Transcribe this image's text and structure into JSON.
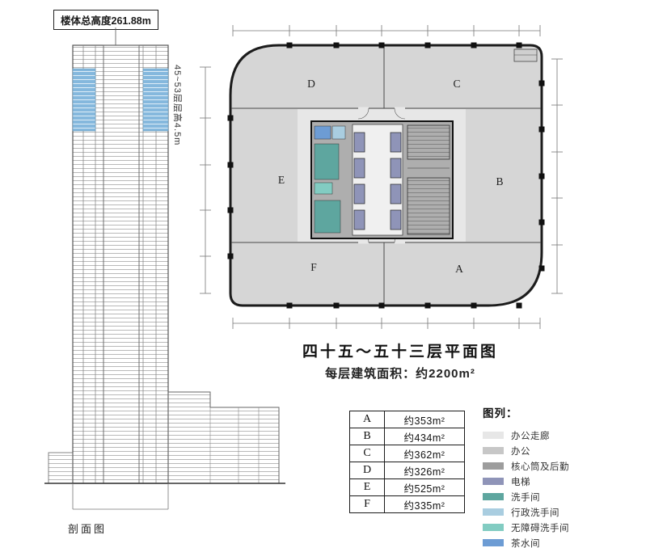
{
  "section_view": {
    "total_height_label": "楼体总高度261.88m",
    "highlight_floors_label": "45~53层层高4.5m",
    "caption": "剖面图"
  },
  "floor_plan": {
    "title": "四十五～五十三层平面图",
    "subtitle": "每层建筑面积：约2200m²",
    "zone_labels": {
      "a": "A",
      "b": "B",
      "c": "C",
      "d": "D",
      "e": "E",
      "f": "F"
    }
  },
  "area_table": {
    "rows": [
      {
        "zone": "A",
        "area": "约353m²"
      },
      {
        "zone": "B",
        "area": "约434m²"
      },
      {
        "zone": "C",
        "area": "约362m²"
      },
      {
        "zone": "D",
        "area": "约326m²"
      },
      {
        "zone": "E",
        "area": "约525m²"
      },
      {
        "zone": "F",
        "area": "约335m²"
      }
    ]
  },
  "legend": {
    "title": "图列：",
    "items": [
      {
        "label": "办公走廊",
        "color": "#e7e7e7"
      },
      {
        "label": "办公",
        "color": "#c7c7c7"
      },
      {
        "label": "核心筒及后勤",
        "color": "#9d9d9d"
      },
      {
        "label": "电梯",
        "color": "#8f94b8"
      },
      {
        "label": "洗手间",
        "color": "#5ea69f"
      },
      {
        "label": "行政洗手间",
        "color": "#a9cde0"
      },
      {
        "label": "无障碍洗手间",
        "color": "#82ccc2"
      },
      {
        "label": "茶水间",
        "color": "#6d9cd4"
      }
    ]
  },
  "colors": {
    "plan_office": "#d6d6d6",
    "plan_corridor": "#e7e7e7",
    "plan_core": "#aeaeae",
    "section_highlight": "#85b8dd"
  }
}
